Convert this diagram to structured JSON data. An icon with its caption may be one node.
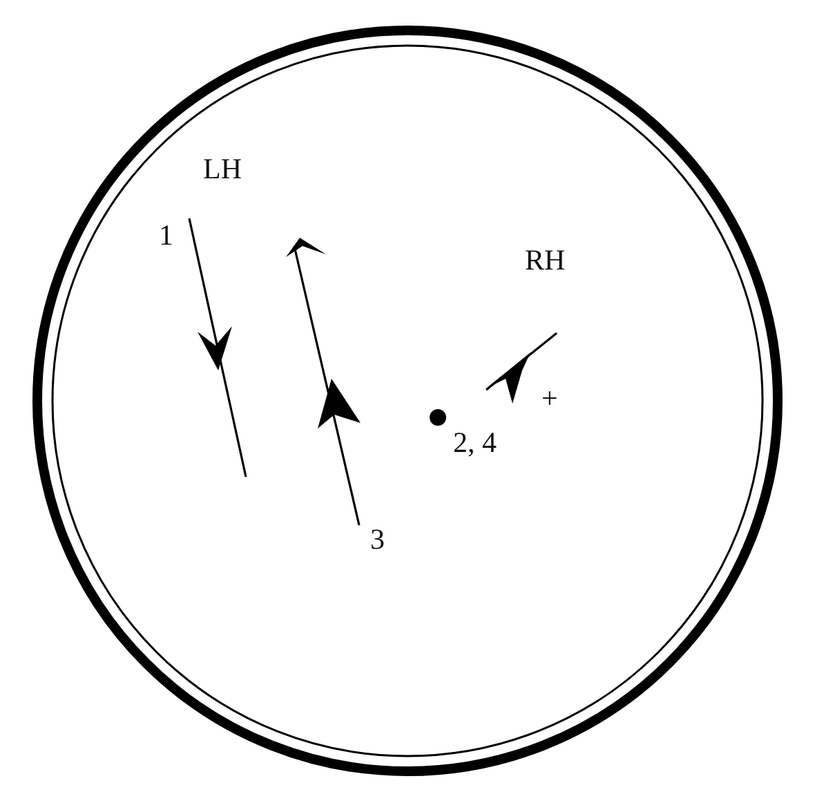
{
  "diagram": {
    "labels": [
      "LH",
      "1",
      "RH",
      "+",
      "2, 4",
      "3"
    ]
  }
}
